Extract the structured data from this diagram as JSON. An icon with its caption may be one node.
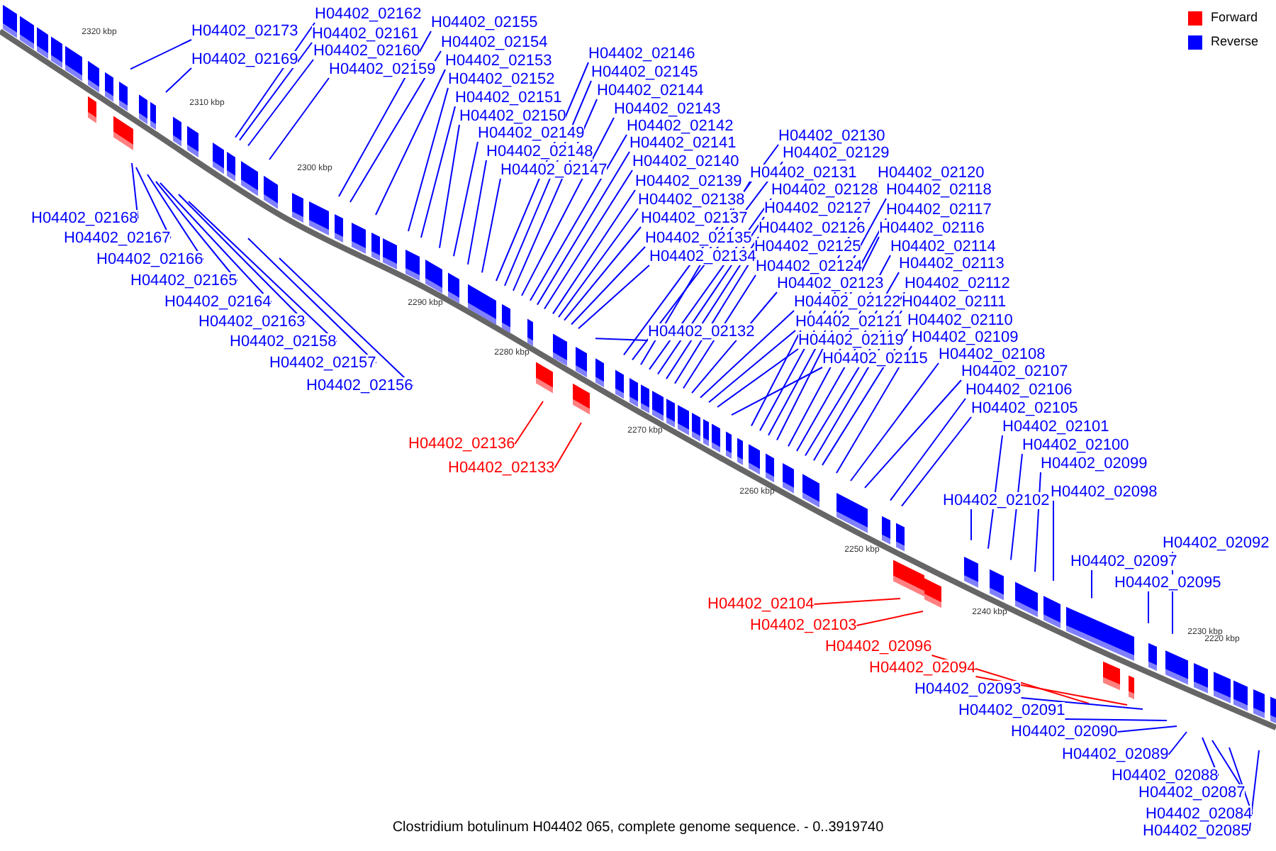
{
  "diagram": {
    "caption": "Clostridium botulinum H04402 065, complete genome sequence. - 0..3919740",
    "nodes": [
      {
        "text": [
          "H04402_02173"
        ]
      },
      {
        "text": [
          "H04402_02169"
        ]
      },
      {
        "text": [
          "H04402_02162"
        ]
      },
      {
        "text": [
          "H04402_02161"
        ]
      },
      {
        "text": [
          "H04402_02160"
        ]
      },
      {
        "text": [
          "H04402_02159"
        ]
      },
      {
        "text": [
          "H04402_02155"
        ]
      },
      {
        "text": [
          "H04402_02154"
        ]
      },
      {
        "text": [
          "H04402_02153"
        ]
      },
      {
        "text": [
          "H04402_02152"
        ]
      },
      {
        "text": [
          "H04402_02151"
        ]
      },
      {
        "text": [
          "H04402_02150"
        ]
      },
      {
        "text": [
          "H04402_02149"
        ]
      },
      {
        "text": [
          "H04402_02148"
        ]
      },
      {
        "text": [
          "H04402_02147"
        ]
      },
      {
        "text": [
          "H04402_02146"
        ]
      },
      {
        "text": [
          "H04402_02145"
        ]
      },
      {
        "text": [
          "H04402_02144"
        ]
      },
      {
        "text": [
          "H04402_02143"
        ]
      },
      {
        "text": [
          "H04402_02142"
        ]
      },
      {
        "text": [
          "H04402_02141"
        ]
      },
      {
        "text": [
          "H04402_02140"
        ]
      },
      {
        "text": [
          "H04402_02139"
        ]
      },
      {
        "text": [
          "H04402_02138"
        ]
      },
      {
        "text": [
          "H04402_02137"
        ]
      },
      {
        "text": [
          "H04402_02135"
        ]
      },
      {
        "text": [
          "H04402_02134"
        ]
      },
      {
        "text": [
          "H04402_02132"
        ]
      },
      {
        "text": [
          "H04402_02130"
        ]
      },
      {
        "text": [
          "H04402_02129"
        ]
      },
      {
        "text": [
          "H04402_02131"
        ]
      },
      {
        "text": [
          "H04402_02128"
        ]
      },
      {
        "text": [
          "H04402_02127"
        ]
      },
      {
        "text": [
          "H04402_02126"
        ]
      },
      {
        "text": [
          "H04402_02125"
        ]
      },
      {
        "text": [
          "H04402_02124"
        ]
      },
      {
        "text": [
          "H04402_02123"
        ]
      },
      {
        "text": [
          "H04402_02122"
        ]
      },
      {
        "text": [
          "H04402_02121"
        ]
      },
      {
        "text": [
          "H04402_02119"
        ]
      },
      {
        "text": [
          "H04402_02115"
        ]
      },
      {
        "text": [
          "H04402_02120"
        ]
      },
      {
        "text": [
          "H04402_02118"
        ]
      },
      {
        "text": [
          "H04402_02117"
        ]
      },
      {
        "text": [
          "H04402_02116"
        ]
      },
      {
        "text": [
          "H04402_02114"
        ]
      },
      {
        "text": [
          "H04402_02113"
        ]
      },
      {
        "text": [
          "H04402_02112"
        ]
      },
      {
        "text": [
          "H04402_02111"
        ]
      },
      {
        "text": [
          "H04402_02110"
        ]
      },
      {
        "text": [
          "H04402_02109"
        ]
      },
      {
        "text": [
          "H04402_02108"
        ]
      },
      {
        "text": [
          "H04402_02107"
        ]
      },
      {
        "text": [
          "H04402_02106"
        ]
      },
      {
        "text": [
          "H04402_02105"
        ]
      },
      {
        "text": [
          "H04402_02101"
        ]
      },
      {
        "text": [
          "H04402_02100"
        ]
      },
      {
        "text": [
          "H04402_02099"
        ]
      },
      {
        "text": [
          "H04402_02102"
        ]
      },
      {
        "text": [
          "H04402_02098"
        ]
      },
      {
        "text": [
          "H04402_02097"
        ]
      },
      {
        "text": [
          "H04402_02092"
        ]
      },
      {
        "text": [
          "H04402_02095"
        ]
      },
      {
        "text": [
          "H04402_02168"
        ]
      },
      {
        "text": [
          "H04402_02167"
        ]
      },
      {
        "text": [
          "H04402_02166"
        ]
      },
      {
        "text": [
          "H04402_02165"
        ]
      },
      {
        "text": [
          "H04402_02164"
        ]
      },
      {
        "text": [
          "H04402_02163"
        ]
      },
      {
        "text": [
          "H04402_02158"
        ]
      },
      {
        "text": [
          "H04402_02157"
        ]
      },
      {
        "text": [
          "H04402_02156"
        ]
      },
      {
        "text": [
          "H04402_02136"
        ]
      },
      {
        "text": [
          "H04402_02133"
        ]
      },
      {
        "text": [
          "H04402_02104"
        ]
      },
      {
        "text": [
          "H04402_02103"
        ]
      },
      {
        "text": [
          "H04402_02096"
        ]
      },
      {
        "text": [
          "H04402_02094"
        ]
      },
      {
        "text": [
          "H04402_02093"
        ]
      },
      {
        "text": [
          "H04402_02091"
        ]
      },
      {
        "text": [
          "H04402_02090"
        ]
      },
      {
        "text": [
          "H04402_02089"
        ]
      },
      {
        "text": [
          "H04402_02088"
        ]
      },
      {
        "text": [
          "H04402_02087"
        ]
      },
      {
        "text": [
          "H04402_02084"
        ]
      },
      {
        "text": [
          "H04402_02085"
        ]
      }
    ],
    "edges": [
      {
        "from": 0,
        "to": null,
        "arrow": "none"
      },
      {
        "from": 1,
        "to": null,
        "arrow": "none"
      },
      {
        "from": 2,
        "to": null,
        "arrow": "none"
      },
      {
        "from": 3,
        "to": null,
        "arrow": "none"
      },
      {
        "from": 4,
        "to": null,
        "arrow": "none"
      },
      {
        "from": 5,
        "to": null,
        "arrow": "none"
      },
      {
        "from": 6,
        "to": null,
        "arrow": "none"
      },
      {
        "from": 7,
        "to": null,
        "arrow": "none"
      },
      {
        "from": 8,
        "to": null,
        "arrow": "none"
      },
      {
        "from": 9,
        "to": null,
        "arrow": "none"
      },
      {
        "from": 10,
        "to": null,
        "arrow": "none"
      },
      {
        "from": 11,
        "to": null,
        "arrow": "none"
      },
      {
        "from": 12,
        "to": null,
        "arrow": "none"
      },
      {
        "from": 13,
        "to": null,
        "arrow": "none"
      },
      {
        "from": 14,
        "to": null,
        "arrow": "none"
      },
      {
        "from": 15,
        "to": null,
        "arrow": "none"
      },
      {
        "from": 16,
        "to": null,
        "arrow": "none"
      },
      {
        "from": 17,
        "to": null,
        "arrow": "none"
      },
      {
        "from": 18,
        "to": null,
        "arrow": "none"
      },
      {
        "from": 19,
        "to": null,
        "arrow": "none"
      },
      {
        "from": 20,
        "to": null,
        "arrow": "none"
      },
      {
        "from": 21,
        "to": null,
        "arrow": "none"
      },
      {
        "from": 22,
        "to": null,
        "arrow": "none"
      },
      {
        "from": 23,
        "to": null,
        "arrow": "none"
      },
      {
        "from": 24,
        "to": null,
        "arrow": "none"
      },
      {
        "from": 25,
        "to": null,
        "arrow": "none"
      },
      {
        "from": 26,
        "to": null,
        "arrow": "none"
      },
      {
        "from": 27,
        "to": null,
        "arrow": "none"
      },
      {
        "from": 28,
        "to": null,
        "arrow": "none"
      },
      {
        "from": 29,
        "to": null,
        "arrow": "none"
      },
      {
        "from": 30,
        "to": null,
        "arrow": "none"
      },
      {
        "from": 31,
        "to": null,
        "arrow": "none"
      },
      {
        "from": 32,
        "to": null,
        "arrow": "none"
      },
      {
        "from": 33,
        "to": null,
        "arrow": "none"
      },
      {
        "from": 34,
        "to": null,
        "arrow": "none"
      },
      {
        "from": 35,
        "to": null,
        "arrow": "none"
      },
      {
        "from": 36,
        "to": null,
        "arrow": "none"
      },
      {
        "from": 37,
        "to": null,
        "arrow": "none"
      },
      {
        "from": 38,
        "to": null,
        "arrow": "none"
      },
      {
        "from": 39,
        "to": null,
        "arrow": "none"
      },
      {
        "from": 40,
        "to": null,
        "arrow": "none"
      },
      {
        "from": 41,
        "to": null,
        "arrow": "none"
      },
      {
        "from": 42,
        "to": null,
        "arrow": "none"
      },
      {
        "from": 43,
        "to": null,
        "arrow": "none"
      },
      {
        "from": 44,
        "to": null,
        "arrow": "none"
      },
      {
        "from": 45,
        "to": null,
        "arrow": "none"
      },
      {
        "from": 46,
        "to": null,
        "arrow": "none"
      },
      {
        "from": 47,
        "to": null,
        "arrow": "none"
      },
      {
        "from": 48,
        "to": null,
        "arrow": "none"
      },
      {
        "from": 49,
        "to": null,
        "arrow": "none"
      },
      {
        "from": 50,
        "to": null,
        "arrow": "none"
      },
      {
        "from": 51,
        "to": null,
        "arrow": "none"
      },
      {
        "from": 52,
        "to": null,
        "arrow": "none"
      },
      {
        "from": 53,
        "to": null,
        "arrow": "none"
      },
      {
        "from": 54,
        "to": null,
        "arrow": "none"
      },
      {
        "from": 55,
        "to": null,
        "arrow": "none"
      },
      {
        "from": 56,
        "to": null,
        "arrow": "none"
      },
      {
        "from": 57,
        "to": null,
        "arrow": "none"
      },
      {
        "from": 58,
        "to": null,
        "arrow": "none"
      },
      {
        "from": 59,
        "to": null,
        "arrow": "none"
      },
      {
        "from": 60,
        "to": null,
        "arrow": "none"
      },
      {
        "from": 61,
        "to": null,
        "arrow": "none"
      },
      {
        "from": 62,
        "to": null,
        "arrow": "none"
      },
      {
        "from": 63,
        "to": null,
        "arrow": "none"
      },
      {
        "from": 64,
        "to": null,
        "arrow": "none"
      },
      {
        "from": 65,
        "to": null,
        "arrow": "none"
      },
      {
        "from": 66,
        "to": null,
        "arrow": "none"
      },
      {
        "from": 67,
        "to": null,
        "arrow": "none"
      },
      {
        "from": 68,
        "to": null,
        "arrow": "none"
      },
      {
        "from": 69,
        "to": null,
        "arrow": "none"
      },
      {
        "from": 70,
        "to": null,
        "arrow": "none"
      },
      {
        "from": 71,
        "to": null,
        "arrow": "none"
      },
      {
        "from": 72,
        "to": null,
        "arrow": "none",
        "color": "#ff0000"
      },
      {
        "from": 73,
        "to": null,
        "arrow": "none",
        "color": "#ff0000"
      },
      {
        "from": 74,
        "to": null,
        "arrow": "none",
        "color": "#ff0000"
      },
      {
        "from": 75,
        "to": null,
        "arrow": "none",
        "color": "#ff0000"
      },
      {
        "from": 76,
        "to": null,
        "arrow": "none",
        "color": "#ff0000"
      },
      {
        "from": 77,
        "to": null,
        "arrow": "none",
        "color": "#ff0000"
      },
      {
        "from": 78,
        "to": null,
        "arrow": "none"
      },
      {
        "from": 79,
        "to": null,
        "arrow": "none"
      },
      {
        "from": 80,
        "to": null,
        "arrow": "none"
      },
      {
        "from": 81,
        "to": null,
        "arrow": "none"
      },
      {
        "from": 82,
        "to": null,
        "arrow": "none"
      },
      {
        "from": 83,
        "to": null,
        "arrow": "none"
      },
      {
        "from": 84,
        "to": null,
        "arrow": "none"
      },
      {
        "from": 85,
        "to": null,
        "arrow": "none"
      }
    ],
    "labels": [
      "2320 kbp",
      "2310 kbp",
      "2300 kbp",
      "2290 kbp",
      "2280 kbp",
      "2270 kbp",
      "2260 kbp",
      "2250 kbp",
      "2240 kbp",
      "2230 kbp",
      "2220 kbp"
    ],
    "legend": [
      {
        "text": "Forward",
        "color": "#ff0000"
      },
      {
        "text": "Reverse",
        "color": "#0000ff"
      }
    ]
  }
}
